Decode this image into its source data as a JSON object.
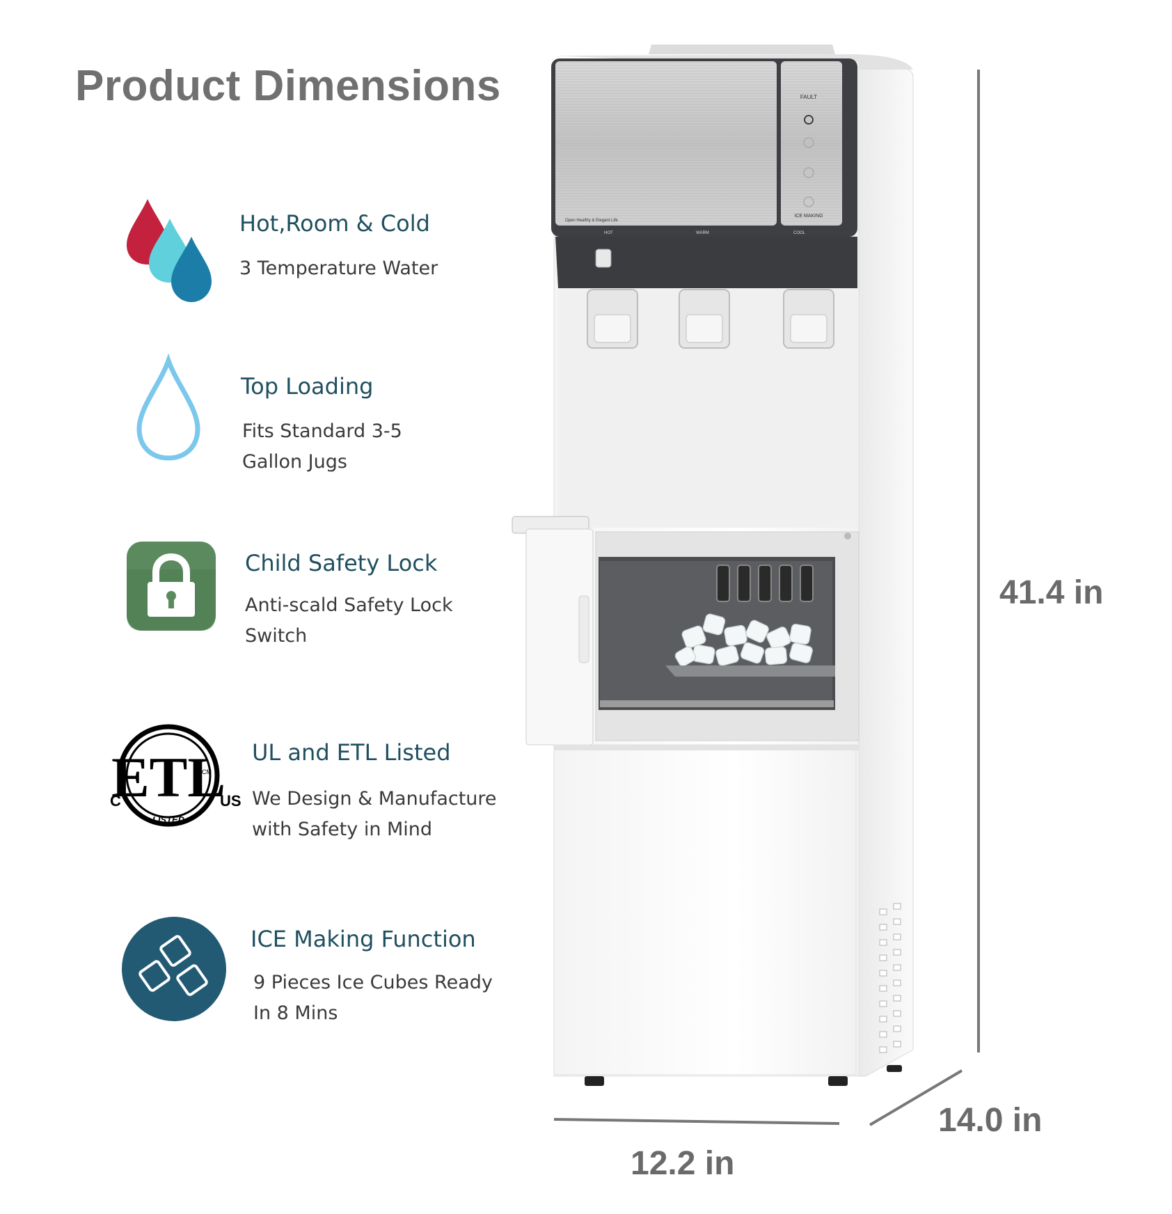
{
  "heading": "Product Dimensions",
  "features": [
    {
      "icon": "water-drops-icon",
      "title": "Hot,Room & Cold",
      "desc_lines": [
        "3 Temperature Water"
      ]
    },
    {
      "icon": "water-drop-outline-icon",
      "title": "Top Loading",
      "desc_lines": [
        "Fits Standard 3-5",
        "Gallon Jugs"
      ]
    },
    {
      "icon": "padlock-icon",
      "title": "Child Safety Lock",
      "desc_lines": [
        "Anti-scald Safety Lock",
        "Switch"
      ]
    },
    {
      "icon": "etl-listed-logo",
      "title": "UL and ETL Listed",
      "desc_lines": [
        "We Design & Manufacture",
        "with Safety in Mind"
      ]
    },
    {
      "icon": "ice-cubes-icon",
      "title": "ICE Making Function",
      "desc_lines": [
        "9 Pieces Ice Cubes Ready",
        "In 8 Mins"
      ]
    }
  ],
  "etl_logo": {
    "main": "ETL",
    "left": "C",
    "right": "US",
    "bottom": "LISTED",
    "small": "CM"
  },
  "dimensions": {
    "height": "41.4 in",
    "width": "12.2 in",
    "depth": "14.0 in"
  },
  "panel_labels": {
    "fault": "FAULT",
    "ice_making": "ICE MAKING",
    "hot": "HOT",
    "warm": "WARM",
    "cool": "COOL",
    "slogan": "Open Healthy & Elegant Life"
  },
  "colors": {
    "heading": "#707070",
    "feature_title": "#1f4f5f",
    "drop_red": "#c4213f",
    "drop_cyan": "#5fd0dc",
    "drop_blue": "#1c7ea8",
    "lock_green": "#5a8a5e",
    "ice_circle": "#225a74",
    "outline_drop": "#7cc7ec"
  }
}
